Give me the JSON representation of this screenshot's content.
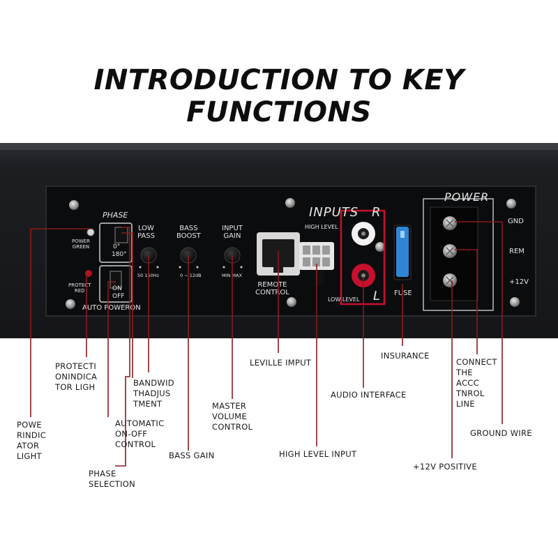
{
  "title": "INTRODUCTION TO KEY FUNCTIONS",
  "panel": {
    "phase": "PHASE",
    "power_green": "POWER\nGREEN",
    "phase_0": "0°",
    "phase_180": "180°",
    "protect_red": "PROTECT\nRED",
    "on": "ON",
    "off": "OFF",
    "auto_poweron": "AUTO POWERON",
    "low_pass": "LOW\nPASS",
    "low_pass_range": "50  150Hz",
    "bass_boost": "BASS\nBOOST",
    "bass_boost_range": "0 ~ 12dB",
    "input_gain": "INPUT\nGAIN",
    "input_gain_range": "MIN MAX",
    "remote_control": "REMOTE\nCONTROL",
    "inputs": "INPUTS",
    "r": "R",
    "l": "L",
    "high_level": "HIGH LEVEL",
    "low_level": "LOW LEVEL",
    "fuse": "FUSE",
    "power": "POWER",
    "gnd": "GND",
    "rem": "REM",
    "plus12": "+12V"
  },
  "callouts": {
    "protection": "PROTECTI\nONINDICA\nTOR LIGH",
    "bandwidth": "BANDWID\nTHADJUS\nTMENT",
    "power_indicator": "POWE\nRINDIC\nATOR\nLIGHT",
    "auto_onoff": "AUTOMATIC\nON-OFF\nCONTROL",
    "phase_selection": "PHASE\nSELECTION",
    "bass_gain": "BASS GAIN",
    "master_volume": "MASTER\nVOLUME\nCONTROL",
    "leville": "LEVILLE IMPUT",
    "high_level_input": "HIGH LEVEL INPUT",
    "insurance": "INSURANCE",
    "audio_interface": "AUDIO INTERFACE",
    "connect": "CONNECT\nTHE\nACCC\nTNROL\nLINE",
    "ground_wire": "GROUND WIRE",
    "positive": "+12V POSITIVE"
  },
  "colors": {
    "leader": "#8b1a1a",
    "chassis": "#1e2023",
    "panel": "#0c0d0f",
    "rca_red": "#c8102e",
    "fuse_blue": "#2f86d6"
  }
}
